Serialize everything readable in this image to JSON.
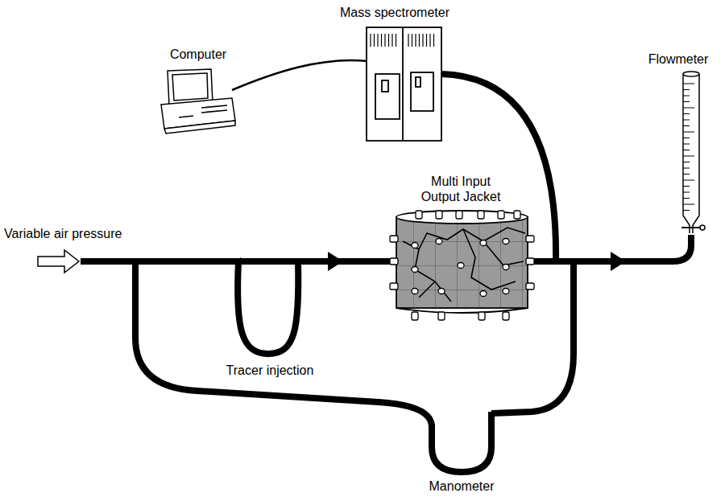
{
  "diagram": {
    "labels": [
      "Mass spectrometer",
      "Computer",
      "Flowmeter",
      "Multi Input Output Jacket",
      "Variable air pressure",
      "Tracer injection",
      "Manometer"
    ]
  }
}
